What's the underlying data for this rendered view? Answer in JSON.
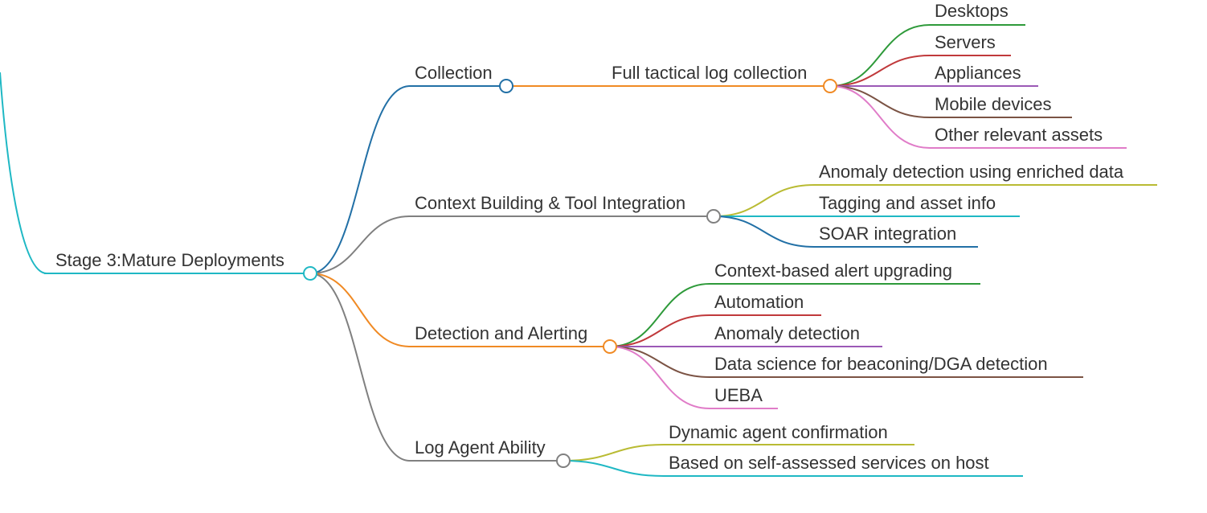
{
  "mindmap": {
    "root": {
      "label": "Stage 3:Mature Deployments",
      "color": "#1fb8c4",
      "children": [
        {
          "label": "Collection",
          "color": "#2270a6",
          "children": [
            {
              "label": "Full tactical log collection",
              "color": "#f08a24",
              "children": [
                {
                  "label": "Desktops",
                  "color": "#2e9a3a"
                },
                {
                  "label": "Servers",
                  "color": "#c0393b"
                },
                {
                  "label": "Appliances",
                  "color": "#9b59b6"
                },
                {
                  "label": "Mobile devices",
                  "color": "#7b5344"
                },
                {
                  "label": "Other relevant assets",
                  "color": "#e07cc8"
                }
              ]
            }
          ]
        },
        {
          "label": "Context Building & Tool Integration",
          "color": "#808080",
          "children": [
            {
              "label": "Anomaly detection using enriched data",
              "color": "#b9bb33"
            },
            {
              "label": "Tagging and asset info",
              "color": "#1fb8c4"
            },
            {
              "label": "SOAR integration",
              "color": "#2270a6"
            }
          ]
        },
        {
          "label": "Detection and Alerting",
          "color": "#f08a24",
          "children": [
            {
              "label": "Context-based alert upgrading",
              "color": "#2e9a3a"
            },
            {
              "label": "Automation",
              "color": "#c0393b"
            },
            {
              "label": "Anomaly detection",
              "color": "#9b59b6"
            },
            {
              "label": "Data science for beaconing/DGA detection",
              "color": "#7b5344"
            },
            {
              "label": "UEBA",
              "color": "#e07cc8"
            }
          ]
        },
        {
          "label": "Log Agent Ability",
          "color": "#808080",
          "children": [
            {
              "label": "Dynamic agent confirmation",
              "color": "#b9bb33"
            },
            {
              "label": "Based on self-assessed services on host",
              "color": "#1fb8c4"
            }
          ]
        }
      ]
    }
  }
}
